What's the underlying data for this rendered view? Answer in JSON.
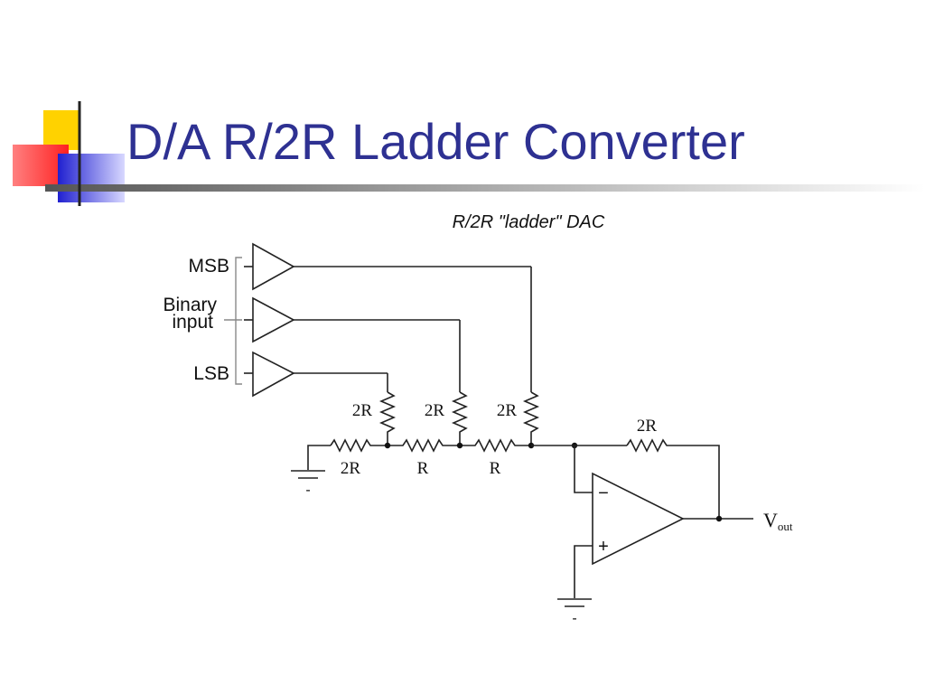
{
  "slide": {
    "title": "D/A R/2R Ladder Converter",
    "accent_color": "#2e3192"
  },
  "diagram": {
    "caption": "R/2R \"ladder\" DAC",
    "input_labels": {
      "msb": "MSB",
      "binary_line1": "Binary",
      "binary_line2": "input",
      "lsb": "LSB"
    },
    "resistor_labels": {
      "vertical_1": "2R",
      "vertical_2": "2R",
      "vertical_3": "2R",
      "ground_leg": "2R",
      "series_1": "R",
      "series_2": "R",
      "feedback": "2R"
    },
    "opamp": {
      "minus": "−",
      "plus": "+"
    },
    "output": {
      "label": "V",
      "subscript": "out"
    },
    "ground_minus": "-"
  }
}
